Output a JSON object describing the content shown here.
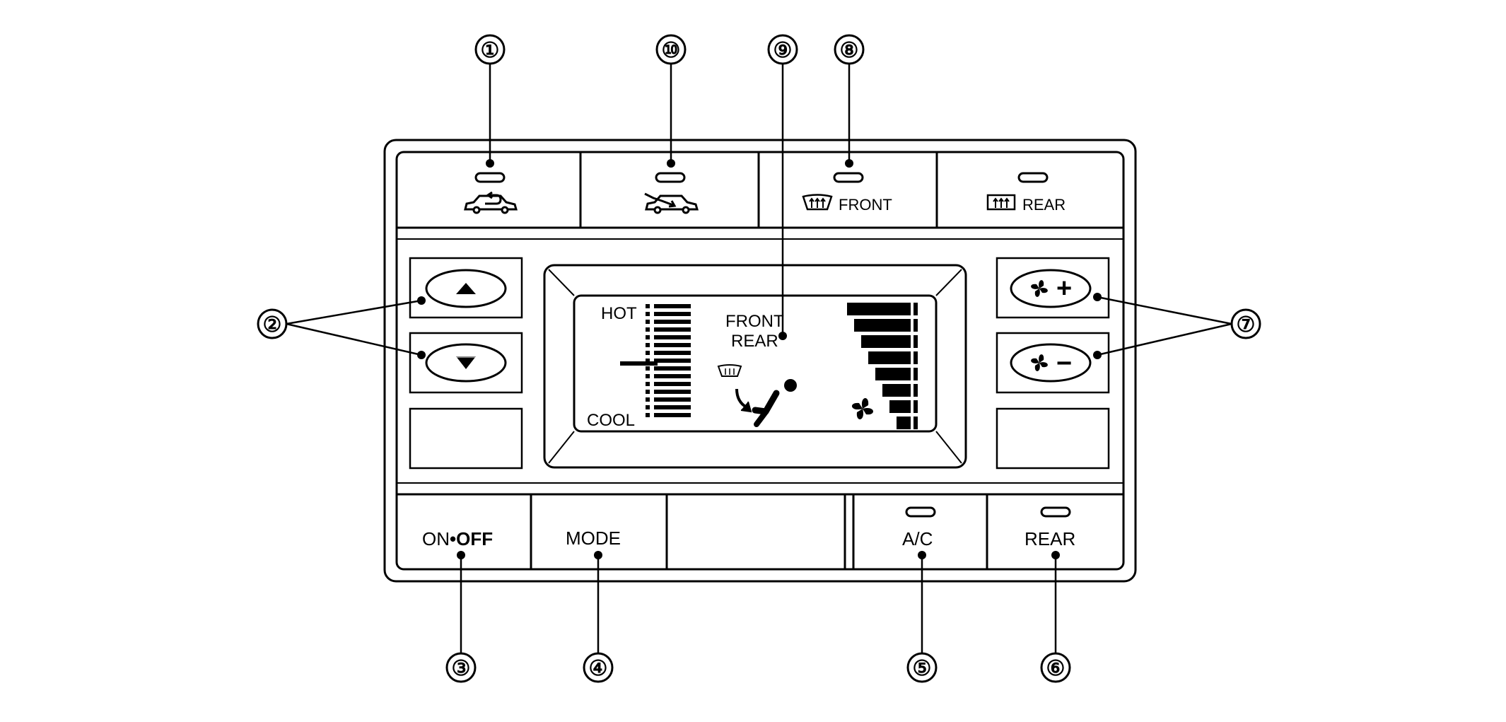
{
  "colors": {
    "ink": "#000000",
    "paper": "#ffffff"
  },
  "callouts": [
    "①",
    "②",
    "③",
    "④",
    "⑤",
    "⑥",
    "⑦",
    "⑧",
    "⑨",
    "⑩"
  ],
  "top_row": {
    "recirc_icon": "recirculation-car-icon",
    "fresh_icon": "fresh-air-car-icon",
    "front_defrost_icon": "front-defroster-icon",
    "front_defrost_label": "FRONT",
    "rear_defrost_icon": "rear-defroster-icon",
    "rear_defrost_label": "REAR"
  },
  "temp_buttons": {
    "up_icon": "triangle-up-icon",
    "down_icon": "triangle-down-icon"
  },
  "fan_buttons": {
    "plus_sign": "+",
    "minus_sign": "−",
    "fan_icon": "fan-icon"
  },
  "display": {
    "hot_label": "HOT",
    "cool_label": "COOL",
    "front_label": "FRONT",
    "rear_label": "REAR",
    "defrost_icon": "defroster-icon",
    "mode_icon": "seated-occupant-airflow-icon",
    "fan_icon": "fan-icon"
  },
  "bottom_row": {
    "onoff_on": "ON",
    "onoff_dot": "•",
    "onoff_off": "OFF",
    "mode_label": "MODE",
    "ac_label": "A/C",
    "rear_label": "REAR"
  }
}
